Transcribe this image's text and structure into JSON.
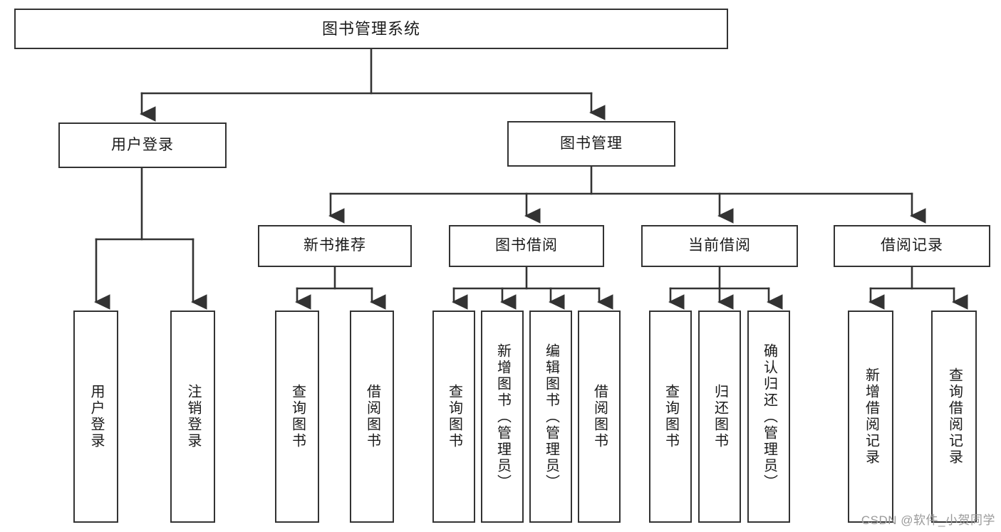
{
  "diagram": {
    "title": "图书管理系统",
    "type": "tree",
    "root": {
      "id": "root",
      "label": "图书管理系统",
      "orientation": "horizontal"
    },
    "level2": [
      {
        "id": "user-login",
        "label": "用户登录",
        "orientation": "horizontal"
      },
      {
        "id": "book-manage",
        "label": "图书管理",
        "orientation": "horizontal"
      }
    ],
    "level3": [
      {
        "id": "new-book-recommend",
        "label": "新书推荐",
        "orientation": "horizontal",
        "parent": "book-manage"
      },
      {
        "id": "book-borrow",
        "label": "图书借阅",
        "orientation": "horizontal",
        "parent": "book-manage"
      },
      {
        "id": "current-borrow",
        "label": "当前借阅",
        "orientation": "horizontal",
        "parent": "book-manage"
      },
      {
        "id": "borrow-record",
        "label": "借阅记录",
        "orientation": "horizontal",
        "parent": "book-manage"
      }
    ],
    "leaves": [
      {
        "id": "leaf-user-login",
        "label": "用户登录",
        "parent": "user-login"
      },
      {
        "id": "leaf-logout-login",
        "label": "注销登录",
        "parent": "user-login"
      },
      {
        "id": "leaf-query-book-1",
        "label": "查询图书",
        "parent": "new-book-recommend"
      },
      {
        "id": "leaf-borrow-book-1",
        "label": "借阅图书",
        "parent": "new-book-recommend"
      },
      {
        "id": "leaf-query-book-2",
        "label": "查询图书",
        "parent": "book-borrow"
      },
      {
        "id": "leaf-add-book",
        "label": "新增图书（管理员）",
        "parent": "book-borrow"
      },
      {
        "id": "leaf-edit-book",
        "label": "编辑图书（管理员）",
        "parent": "book-borrow"
      },
      {
        "id": "leaf-borrow-book-2",
        "label": "借阅图书",
        "parent": "book-borrow"
      },
      {
        "id": "leaf-query-book-3",
        "label": "查询图书",
        "parent": "current-borrow"
      },
      {
        "id": "leaf-return-book",
        "label": "归还图书",
        "parent": "current-borrow"
      },
      {
        "id": "leaf-confirm-return",
        "label": "确认归还（管理员）",
        "parent": "current-borrow"
      },
      {
        "id": "leaf-add-record",
        "label": "新增借阅记录",
        "parent": "borrow-record"
      },
      {
        "id": "leaf-query-record",
        "label": "查询借阅记录",
        "parent": "borrow-record"
      }
    ],
    "watermark": "CSDN @软件_小贺同学",
    "colors": {
      "border": "#333333",
      "background": "#ffffff",
      "text": "#1a1a1a",
      "watermark": "#9a9a9a"
    }
  }
}
